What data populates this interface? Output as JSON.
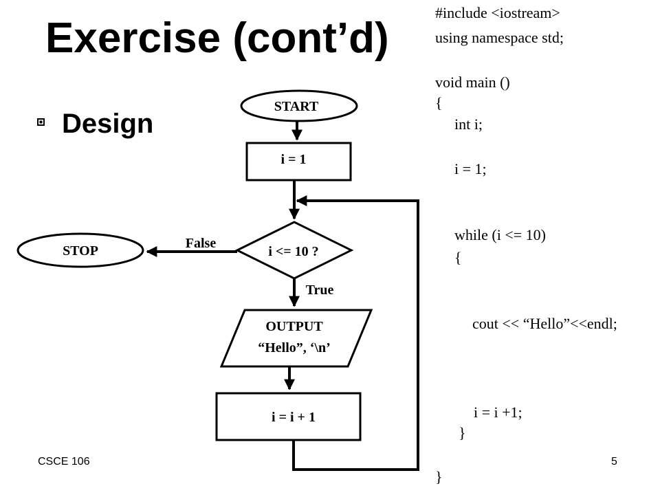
{
  "slide": {
    "title": "Exercise (cont’d)",
    "bullet": "Design",
    "footer_left": "CSCE 106",
    "page_number": "5"
  },
  "flowchart": {
    "start": "START",
    "init": "i = 1",
    "condition": "i <= 10 ?",
    "false_label": "False",
    "true_label": "True",
    "stop": "STOP",
    "output_line1": "OUTPUT",
    "output_line2": "“Hello”, ‘\\n’",
    "increment": "i = i + 1"
  },
  "code": {
    "lines": [
      "#include <iostream>",
      "using namespace std;",
      "void main ()",
      "{",
      "int i;",
      "i = 1;",
      "while (i <= 10)",
      "{",
      "cout << “Hello”<<endl;",
      "i = i +1;",
      "}",
      "}"
    ]
  }
}
